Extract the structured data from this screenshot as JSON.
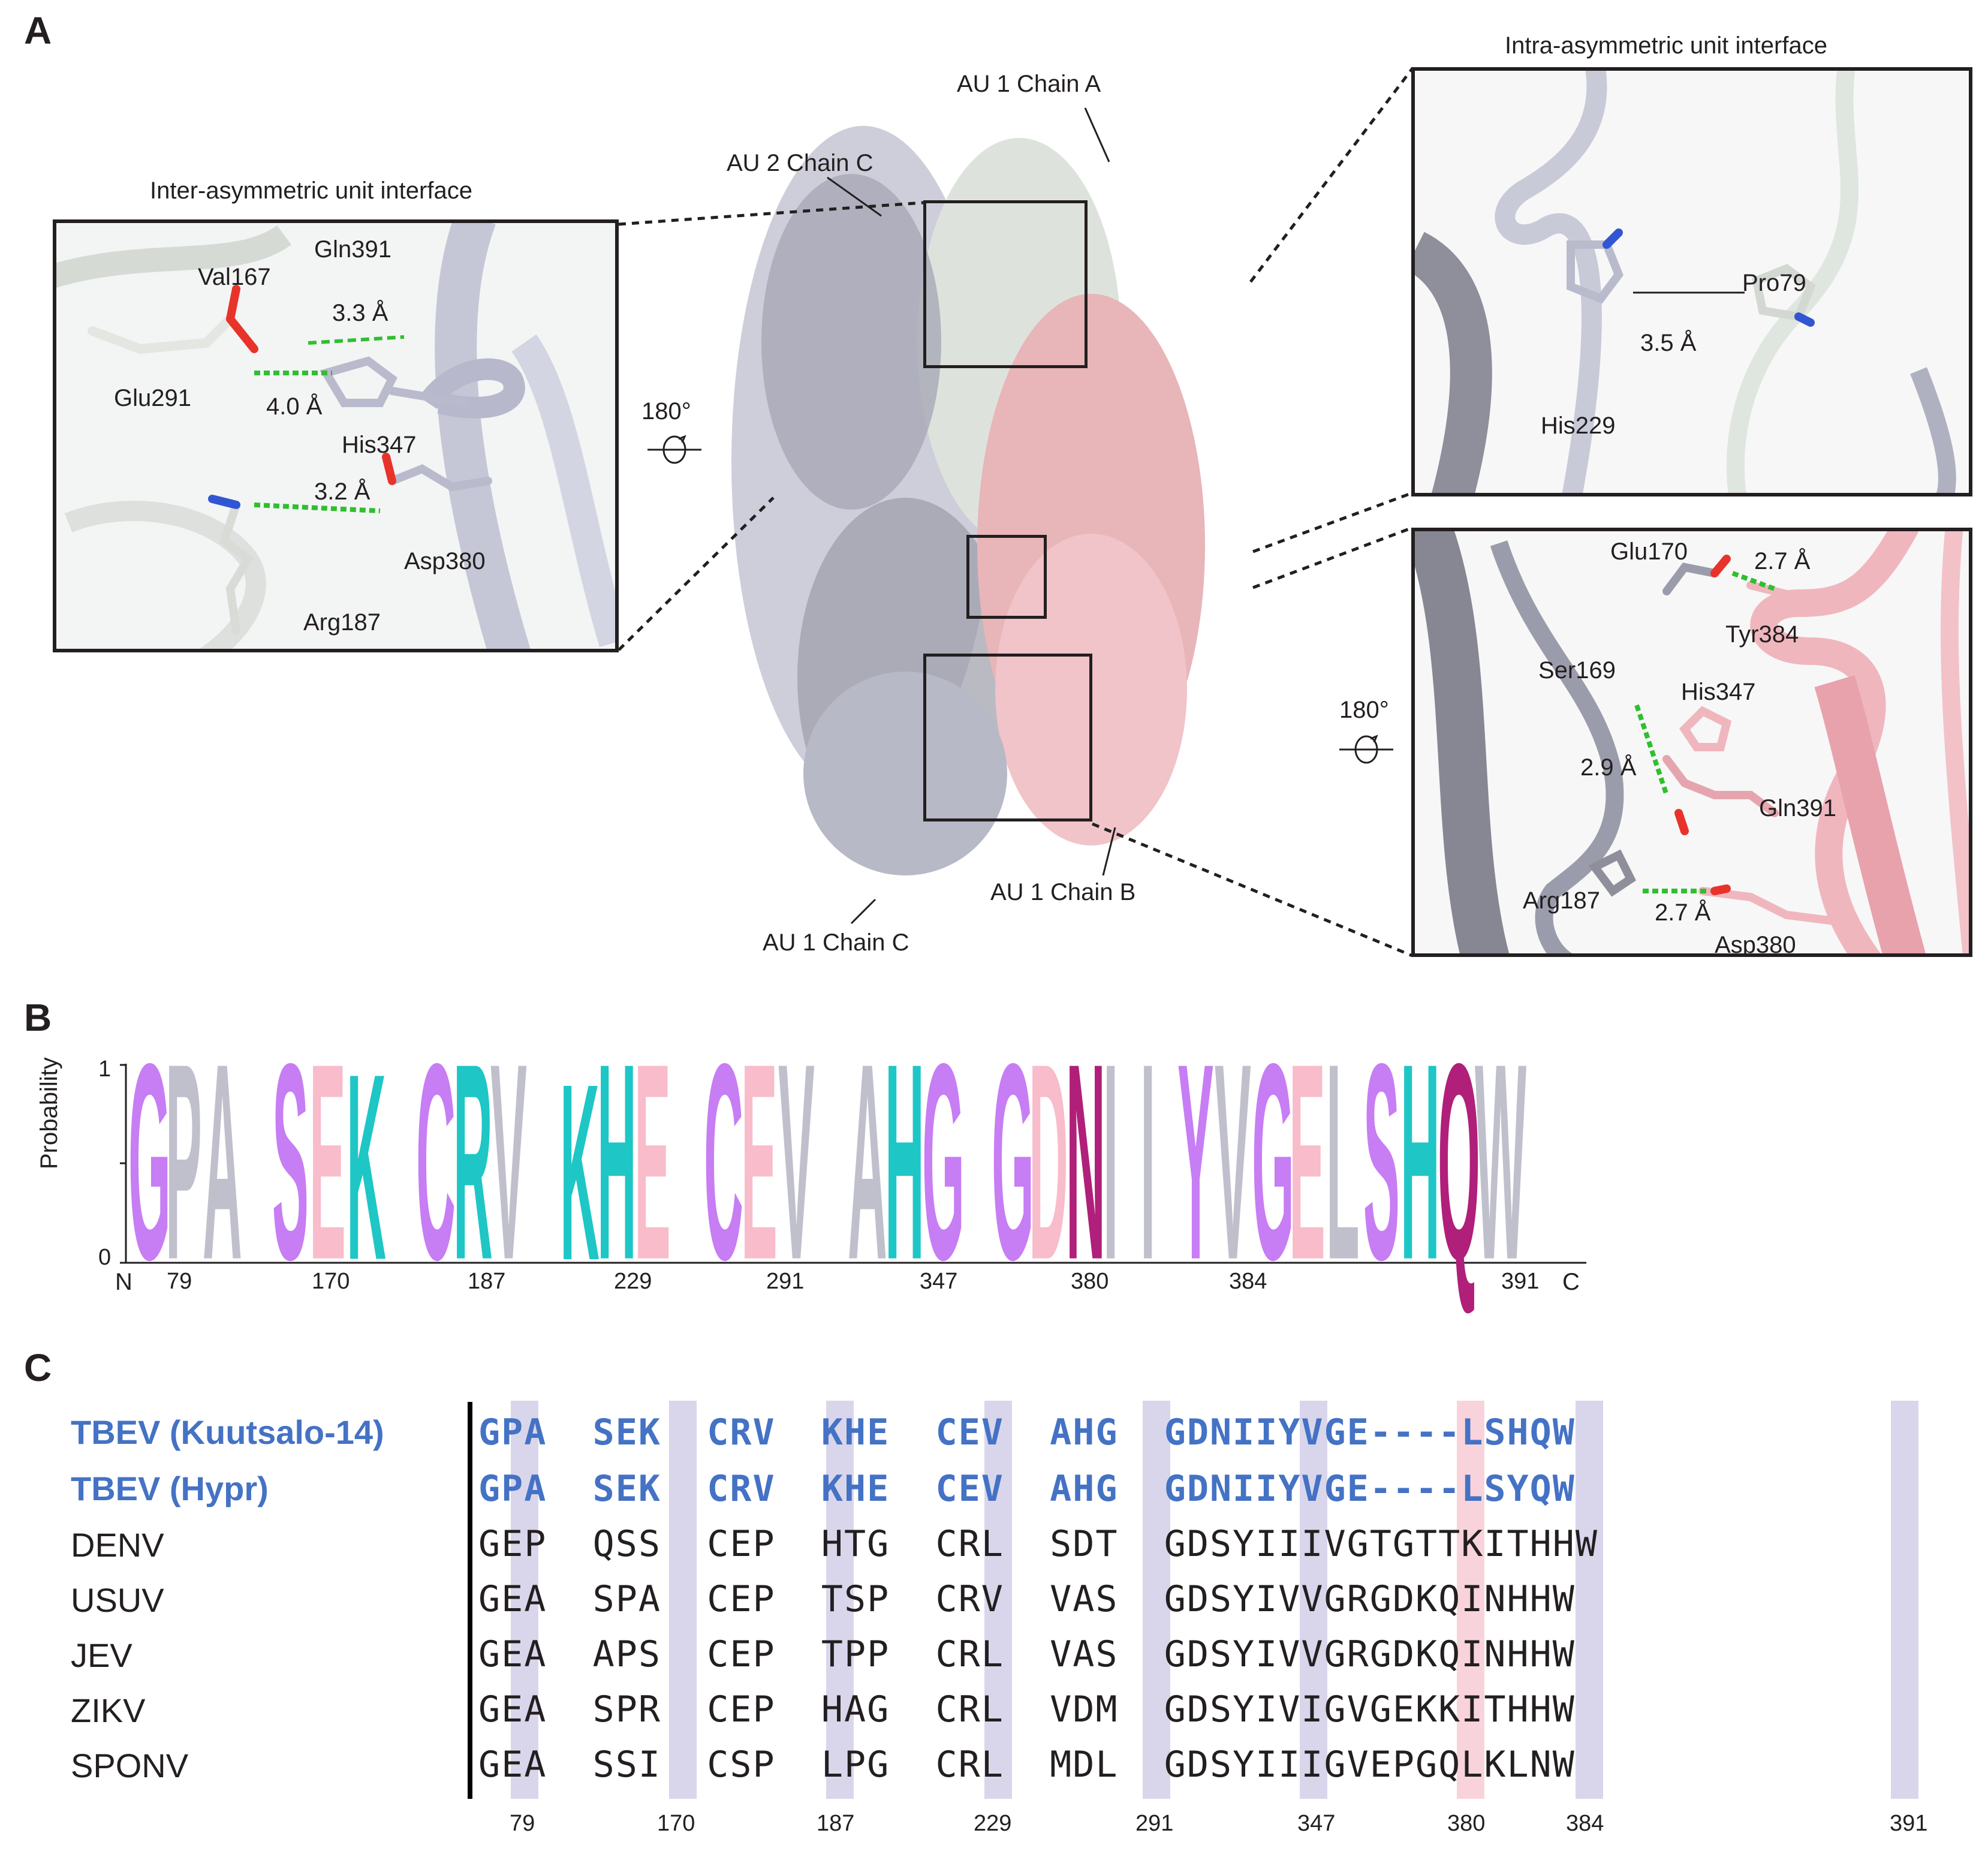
{
  "panels": {
    "a": "A",
    "b": "B",
    "c": "C"
  },
  "panel_a": {
    "center_labels": {
      "au1_chain_a": "AU 1 Chain A",
      "au2_chain_c": "AU 2 Chain C",
      "au1_chain_b": "AU 1 Chain B",
      "au1_chain_c": "AU 1 Chain C"
    },
    "rotation_label": "180°",
    "left_inset": {
      "title": "Inter-asymmetric unit interface",
      "residues": {
        "gln391": "Gln391",
        "val167": "Val167",
        "glu291": "Glu291",
        "his347": "His347",
        "arg187": "Arg187",
        "asp380": "Asp380"
      },
      "distances": {
        "d1": "3.3 Å",
        "d2": "4.0 Å",
        "d3": "3.2 Å"
      }
    },
    "top_right_inset": {
      "title": "Intra-asymmetric unit interface",
      "residues": {
        "pro79": "Pro79",
        "his229": "His229"
      },
      "distances": {
        "d1": "3.5 Å"
      }
    },
    "bottom_right_inset": {
      "rotation_label": "180°",
      "residues": {
        "glu170": "Glu170",
        "tyr384": "Tyr384",
        "ser169": "Ser169",
        "his347": "His347",
        "gln391": "Gln391",
        "arg187": "Arg187",
        "asp380": "Asp380"
      },
      "distances": {
        "d1": "2.7 Å",
        "d2": "2.9 Å",
        "d3": "2.7 Å"
      }
    }
  },
  "panel_b": {
    "ylabel": "Probability",
    "ytick_top": "1",
    "ytick_bottom": "0",
    "n_label": "N",
    "c_label": "C",
    "positions": [
      "79",
      "170",
      "187",
      "229",
      "291",
      "347",
      "380",
      "384",
      "391"
    ],
    "colors": {
      "purple": "#c77df3",
      "grey": "#c0c0cc",
      "teal": "#1ec6c6",
      "pink": "#f8bccb",
      "magenta": "#b01f7a"
    },
    "logo_letters": [
      {
        "letter": "G",
        "color": "#c77df3",
        "height": 1.0
      },
      {
        "letter": "P",
        "color": "#c0c0cc",
        "height": 1.0
      },
      {
        "letter": "A",
        "color": "#c0c0cc",
        "height": 1.0
      },
      {
        "letter": "S",
        "color": "#c77df3",
        "height": 1.0
      },
      {
        "letter": "E",
        "color": "#f8bccb",
        "height": 1.0
      },
      {
        "letter": "K",
        "color": "#1ec6c6",
        "height": 0.95
      },
      {
        "letter": "C",
        "color": "#c77df3",
        "height": 1.0
      },
      {
        "letter": "R",
        "color": "#1ec6c6",
        "height": 1.0
      },
      {
        "letter": "V",
        "color": "#c0c0cc",
        "height": 1.0
      },
      {
        "letter": "K",
        "color": "#1ec6c6",
        "height": 0.9
      },
      {
        "letter": "H",
        "color": "#1ec6c6",
        "height": 1.0
      },
      {
        "letter": "E",
        "color": "#f8bccb",
        "height": 1.0
      },
      {
        "letter": "C",
        "color": "#c77df3",
        "height": 1.0
      },
      {
        "letter": "E",
        "color": "#f8bccb",
        "height": 1.0
      },
      {
        "letter": "V",
        "color": "#c0c0cc",
        "height": 1.0
      },
      {
        "letter": "A",
        "color": "#c0c0cc",
        "height": 1.0
      },
      {
        "letter": "H",
        "color": "#1ec6c6",
        "height": 1.0
      },
      {
        "letter": "G",
        "color": "#c77df3",
        "height": 1.0
      },
      {
        "letter": "G",
        "color": "#c77df3",
        "height": 1.0
      },
      {
        "letter": "D",
        "color": "#f8bccb",
        "height": 1.0
      },
      {
        "letter": "N",
        "color": "#b01f7a",
        "height": 1.0
      },
      {
        "letter": "I",
        "color": "#c0c0cc",
        "height": 1.0
      },
      {
        "letter": "I",
        "color": "#c0c0cc",
        "height": 1.0
      },
      {
        "letter": "Y",
        "color": "#c77df3",
        "height": 1.0
      },
      {
        "letter": "V",
        "color": "#c0c0cc",
        "height": 1.0
      },
      {
        "letter": "G",
        "color": "#c77df3",
        "height": 1.0
      },
      {
        "letter": "E",
        "color": "#f8bccb",
        "height": 1.0
      },
      {
        "letter": "L",
        "color": "#c0c0cc",
        "height": 1.0
      },
      {
        "letter": "S",
        "color": "#c77df3",
        "height": 1.0
      },
      {
        "letter": "H",
        "color": "#1ec6c6",
        "height": 1.0
      },
      {
        "letter": "Q",
        "color": "#b01f7a",
        "height": 1.0
      },
      {
        "letter": "W",
        "color": "#c0c0cc",
        "height": 1.0
      }
    ]
  },
  "panel_c": {
    "rows": [
      {
        "name": "TBEV (Kuutsalo-14)",
        "seq": "GPA  SEK  CRV  KHE  CEV  AHG  GDNIIYVGE----LSHQW",
        "highlight": true
      },
      {
        "name": "TBEV (Hypr)",
        "seq": "GPA  SEK  CRV  KHE  CEV  AHG  GDNIIYVGE----LSYQW",
        "highlight": true
      },
      {
        "name": "DENV",
        "seq": "GEP  QSS  CEP  HTG  CRL  SDT  GDSYIIIVGTGTTKITHHW",
        "highlight": false
      },
      {
        "name": "USUV",
        "seq": "GEA  SPA  CEP  TSP  CRV  VAS  GDSYIVVGRGDKQINHHW",
        "highlight": false
      },
      {
        "name": "JEV",
        "seq": "GEA  APS  CEP  TPP  CRL  VAS  GDSYIVVGRGDKQINHHW",
        "highlight": false
      },
      {
        "name": "ZIKV",
        "seq": "GEA  SPR  CEP  HAG  CRL  VDM  GDSYIVIGVGEKKITHHW",
        "highlight": false
      },
      {
        "name": "SPONV",
        "seq": "GEA  SSI  CSP  LPG  CRL  MDL  GDSYIIIGVEPGQLKLNW",
        "highlight": false
      }
    ],
    "positions": [
      "79",
      "170",
      "187",
      "229",
      "291",
      "347",
      "380",
      "384",
      "391"
    ],
    "highlight_colors": {
      "lavender": "#d9d6ec",
      "pink": "#f9d3db"
    }
  }
}
